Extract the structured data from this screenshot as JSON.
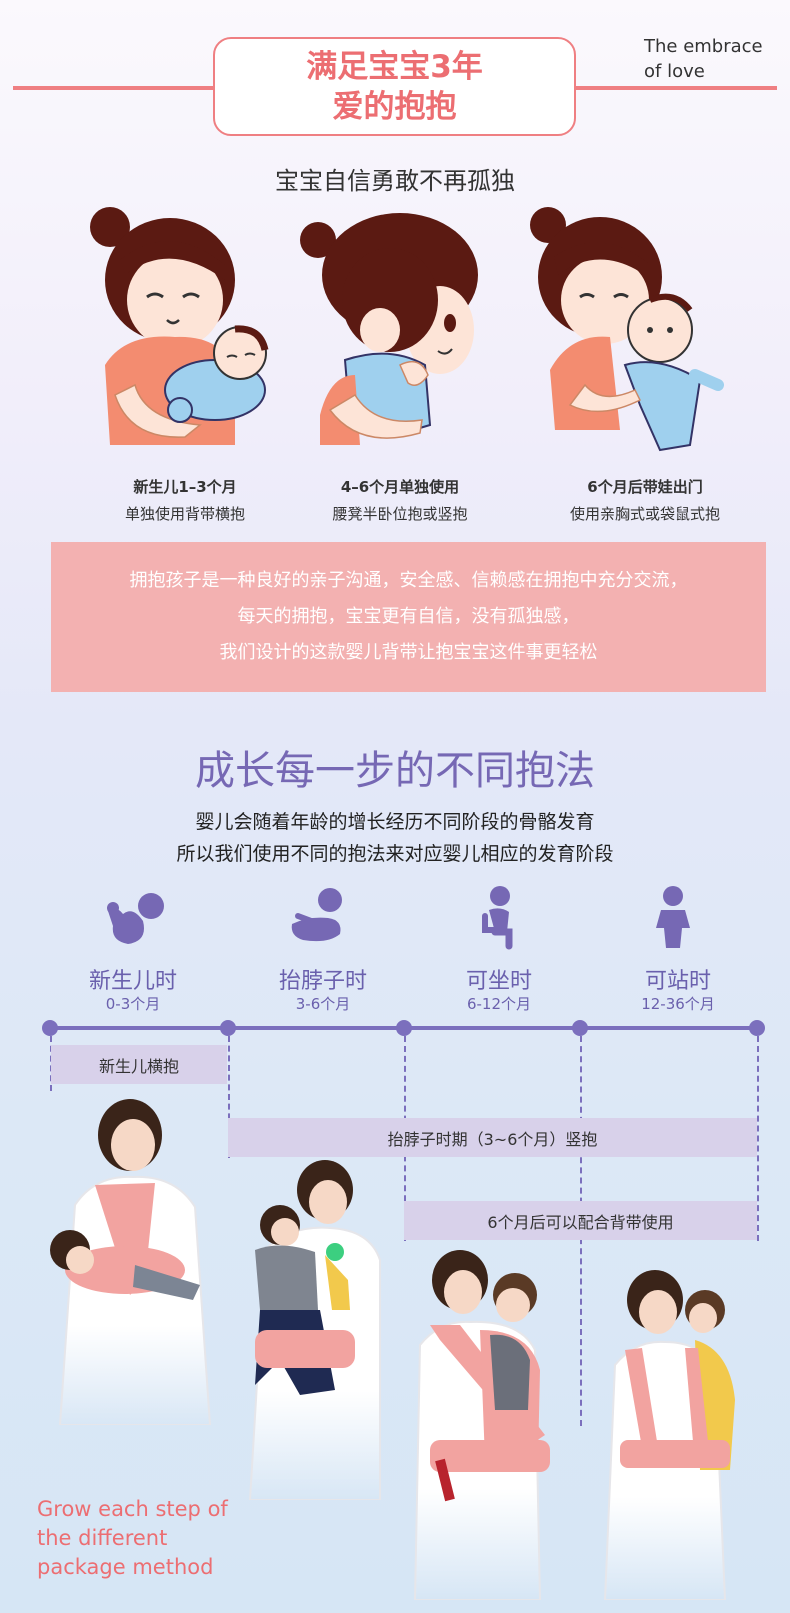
{
  "header": {
    "title_line1": "满足宝宝3年",
    "title_line2": "爱的抱抱",
    "tagline_line1": "The embrace",
    "tagline_line2": "of love"
  },
  "subtitle": "宝宝自信勇敢不再孤独",
  "cartoons": [
    {
      "bold": "新生儿1–3个月",
      "desc": "单独使用背带横抱"
    },
    {
      "bold": "4–6个月单独使用",
      "desc": "腰凳半卧位抱或竖抱"
    },
    {
      "bold": "6个月后带娃出门",
      "desc": "使用亲胸式或袋鼠式抱"
    }
  ],
  "intro_lines": [
    "拥抱孩子是一种良好的亲子沟通，安全感、信赖感在拥抱中充分交流，",
    "每天的拥抱，宝宝更有自信，没有孤独感，",
    "我们设计的这款婴儿背带让抱宝宝这件事更轻松"
  ],
  "growth": {
    "title": "成长每一步的不同抱法",
    "desc_line1": "婴儿会随着年龄的增长经历不同阶段的骨骼发育",
    "desc_line2": "所以我们使用不同的抱法来对应婴儿相应的发育阶段"
  },
  "stages": [
    {
      "name": "新生儿时",
      "age": "0-3个月",
      "icon": "newborn-icon"
    },
    {
      "name": "抬脖子时",
      "age": "3-6个月",
      "icon": "lifting-neck-icon"
    },
    {
      "name": "可坐时",
      "age": "6-12个月",
      "icon": "sitting-baby-icon"
    },
    {
      "name": "可站时",
      "age": "12-36个月",
      "icon": "standing-baby-icon"
    }
  ],
  "bands": {
    "newborn": "新生儿横抱",
    "neck": "抬脖子时期（3~6个月）竖抱",
    "after6": "6个月后可以配合背带使用"
  },
  "footer_en": {
    "line1": "Grow each step of",
    "line2": "the different",
    "line3": "package method"
  },
  "colors": {
    "accent_pink": "#ef7f82",
    "purple": "#7b6fbd",
    "band_purple": "#d8d1ea",
    "intro_box": "#f3b1b1",
    "carrier_pink": "#f2a3a0"
  }
}
